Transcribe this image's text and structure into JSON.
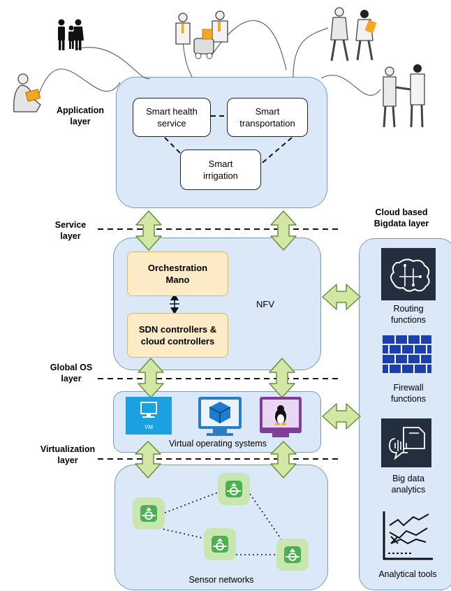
{
  "layers": {
    "application": "Application layer",
    "service": "Service layer",
    "global_os": "Global OS layer",
    "virtualization": "Virtualization layer",
    "cloud": "Cloud based Bigdata layer"
  },
  "application_boxes": {
    "smart_health": "Smart health service",
    "smart_transport": "Smart transportation",
    "smart_irrigation": "Smart irrigation"
  },
  "nfv": {
    "label": "NFV",
    "orchestration": "Orchestration Mano",
    "sdn": "SDN controllers & cloud controllers"
  },
  "virtual_os": {
    "label": "Virtual operating systems",
    "vm_label": "VM"
  },
  "sensor_networks": {
    "label": "Sensor networks"
  },
  "cloud_items": {
    "routing": "Routing functions",
    "firewall": "Firewall functions",
    "bigdata": "Big data analytics",
    "analytical": "Analytical tools"
  },
  "colors": {
    "panel_fill": "#dbe8f7",
    "panel_border": "#7a99c2",
    "arrow_fill": "#d3e7a5",
    "arrow_stroke": "#6a8f3c",
    "sensor_green": "#4caf50",
    "aws_dark": "#232f3e",
    "firewall_blue": "#1c3fa8",
    "azure_blue": "#1ba1e2",
    "orange_accent": "#f5a623"
  },
  "icons": [
    "person-laptop-icon",
    "family-icon",
    "doctor-patient-icon",
    "walking-people-icon",
    "handshake-icon",
    "vm-icon",
    "virtualbox-icon",
    "linux-icon",
    "sensor-node-icon",
    "brain-circuit-icon",
    "firewall-icon",
    "analytics-speech-icon",
    "line-chart-icon"
  ]
}
